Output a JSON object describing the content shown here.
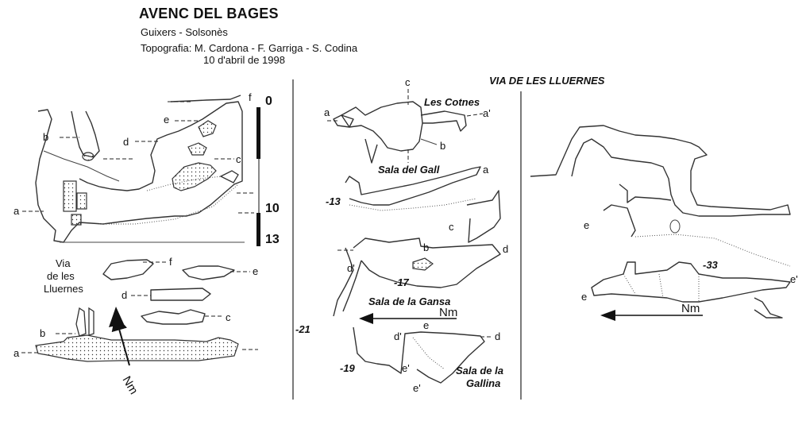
{
  "header": {
    "title": "AVENC DEL BAGES",
    "location": "Guixers - Solsonès",
    "credits": "Topografia: M. Cardona - F. Garriga - S. Codina",
    "date": "10 d'abril de 1998"
  },
  "section_title": "VIA DE LES LLUERNES",
  "scale": {
    "top": "0",
    "mid": "10",
    "bottom": "13"
  },
  "section_letters": {
    "a": "a",
    "b": "b",
    "c": "c",
    "d": "d",
    "e": "e",
    "f": "f",
    "a_prime": "a'",
    "d_prime": "d'",
    "e_prime": "e'"
  },
  "rooms": {
    "cotnes": "Les Cotnes",
    "gall": "Sala del Gall",
    "gansa": "Sala de la Gansa",
    "gallina_line1": "Sala de la",
    "gallina_line2": "Gallina"
  },
  "depths": {
    "d13": "-13",
    "d17": "-17",
    "d19": "-19",
    "d21": "-21",
    "d33": "-33"
  },
  "via_label": {
    "line1": "Via",
    "line2": "de les",
    "line3": "Lluernes"
  },
  "north_label": "Nm",
  "colors": {
    "ink": "#111111",
    "background": "#ffffff"
  }
}
